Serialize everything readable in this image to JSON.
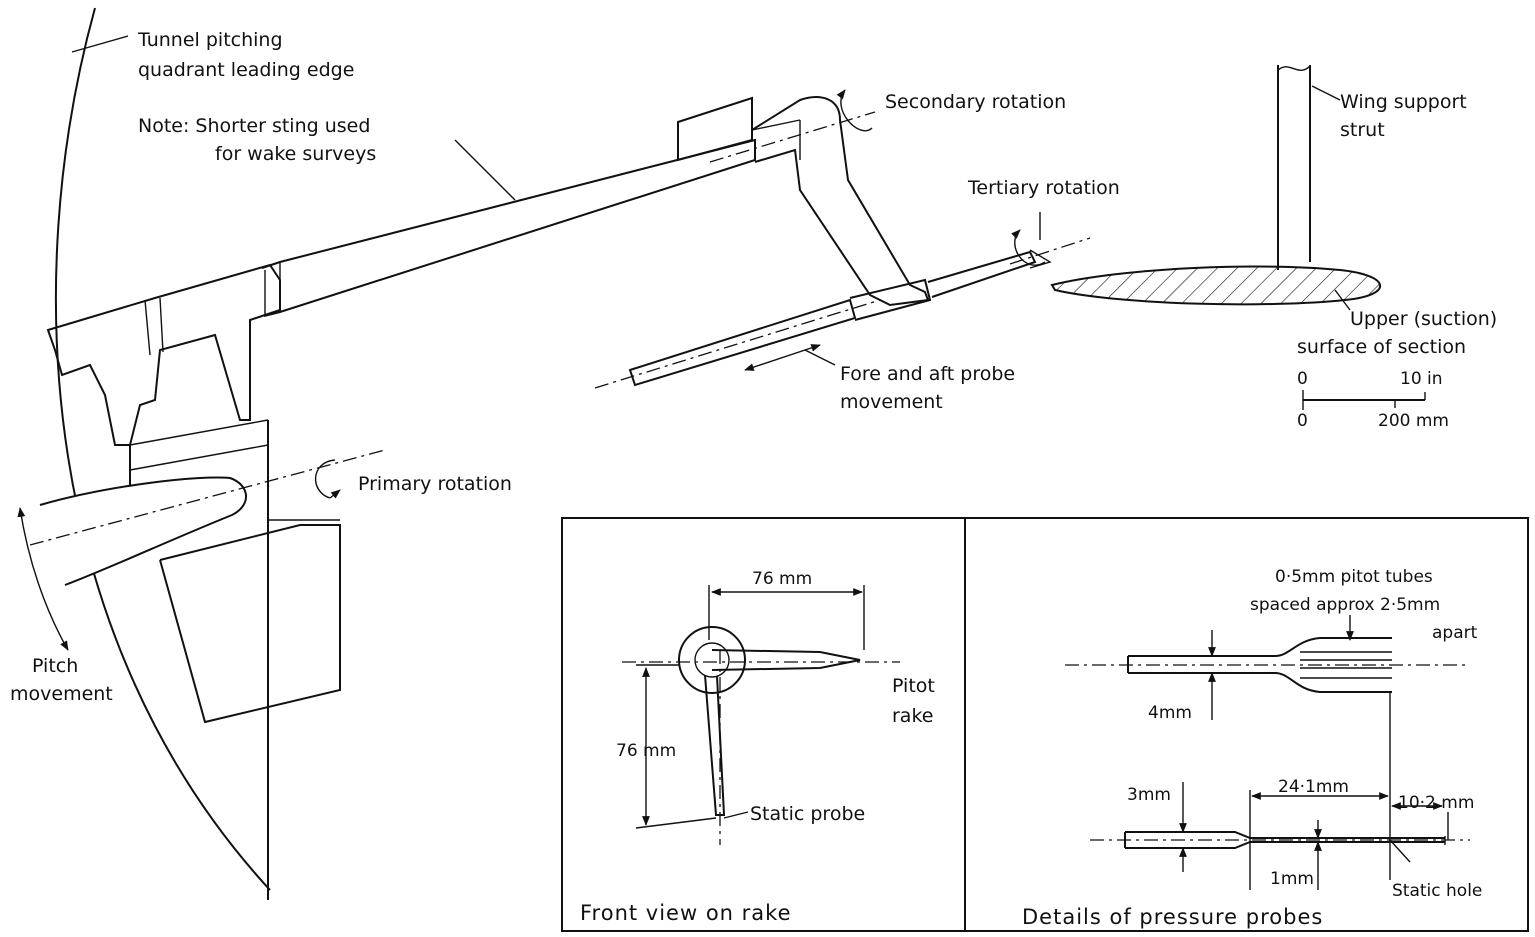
{
  "labels": {
    "quadrant_line1": "Tunnel pitching",
    "quadrant_line2": "quadrant leading edge",
    "note_line1": "Note: Shorter sting used",
    "note_line2": "for wake surveys",
    "secondary_rotation": "Secondary rotation",
    "tertiary_rotation": "Tertiary rotation",
    "primary_rotation": "Primary rotation",
    "fore_aft_line1": "Fore and aft probe",
    "fore_aft_line2": "movement",
    "pitch_line1": "Pitch",
    "pitch_line2": "movement",
    "wing_strut_line1": "Wing support",
    "wing_strut_line2": "strut",
    "upper_surface_line1": "Upper (suction)",
    "upper_surface_line2": "surface of section"
  },
  "scale_bar": {
    "in_zero": "0",
    "in_max": "10 in",
    "mm_zero": "0",
    "mm_max": "200 mm"
  },
  "front_view": {
    "title": "Front view on rake",
    "horiz_dim": "76 mm",
    "vert_dim": "76 mm",
    "pitot_line1": "Pitot",
    "pitot_line2": "rake",
    "static_probe": "Static probe"
  },
  "probe_details": {
    "title": "Details of pressure probes",
    "pitot_note_line1": "0·5mm pitot tubes",
    "pitot_note_line2": "spaced approx 2·5mm",
    "pitot_note_line3": "apart",
    "dia_4": "4mm",
    "dia_3": "3mm",
    "dia_1": "1mm",
    "len_24": "24·1mm",
    "len_10": "10·2 mm",
    "static_hole": "Static hole"
  }
}
